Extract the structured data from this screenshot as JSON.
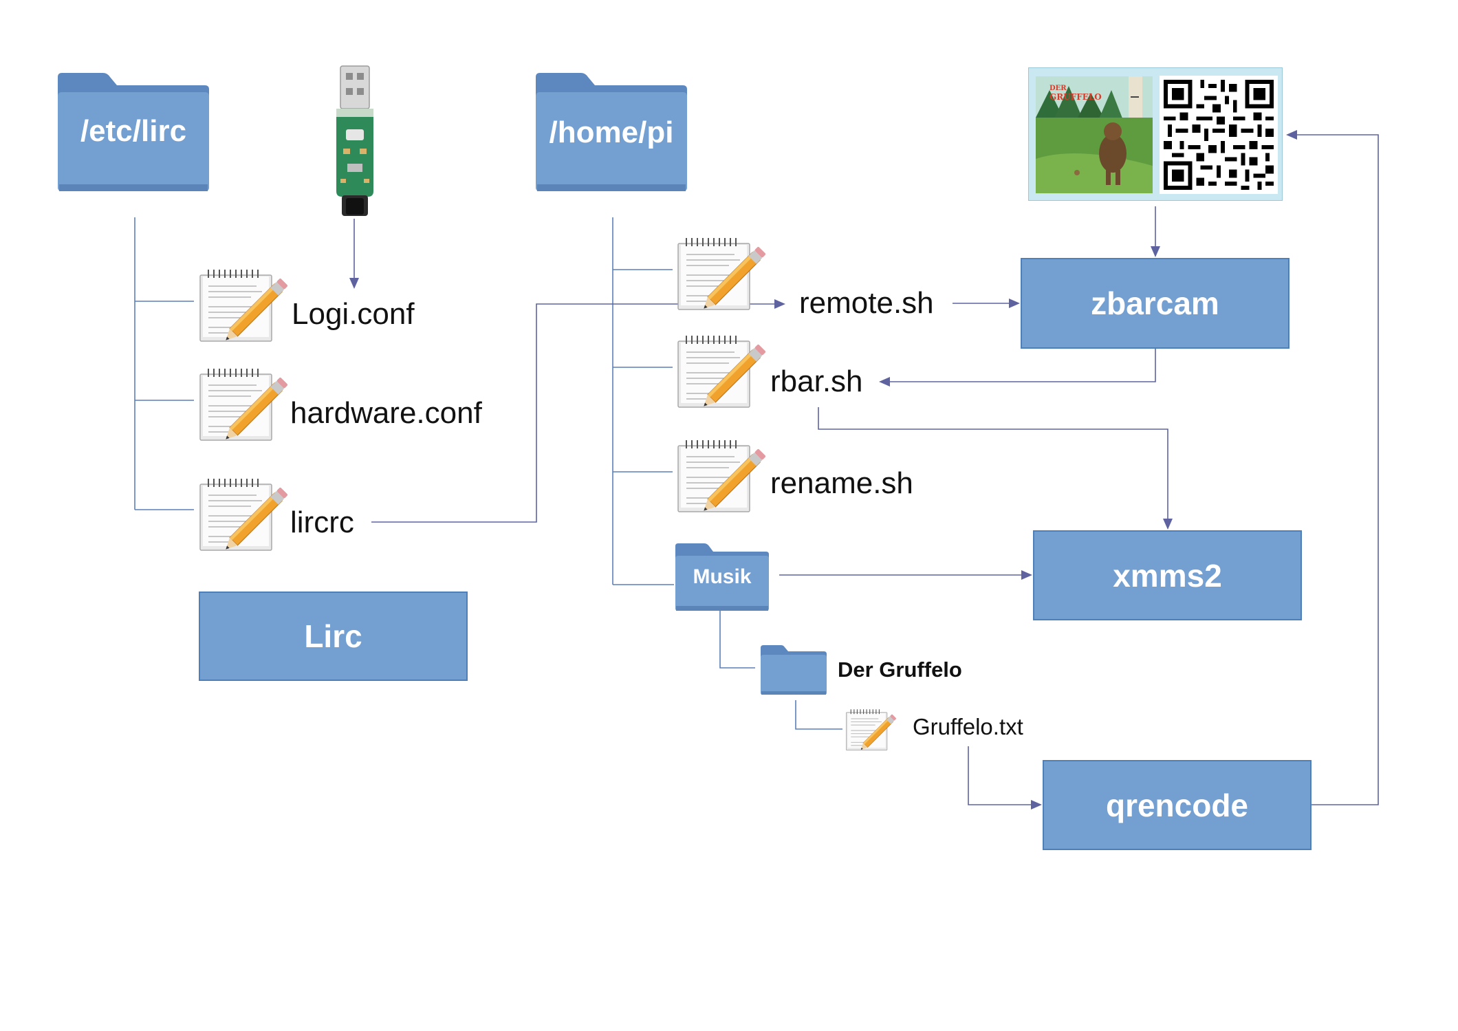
{
  "folders": {
    "etc_lirc": "/etc/lirc",
    "home_pi": "/home/pi",
    "musik": "Musik",
    "der_gruffelo": "Der Gruffelo"
  },
  "files": {
    "logi_conf": "Logi.conf",
    "hardware_conf": "hardware.conf",
    "lircrc": "lircrc",
    "remote_sh": "remote.sh",
    "rbar_sh": "rbar.sh",
    "rename_sh": "rename.sh",
    "gruffelo_txt": "Gruffelo.txt"
  },
  "programs": {
    "lirc": "Lirc",
    "zbarcam": "zbarcam",
    "xmms2": "xmms2",
    "qrencode": "qrencode"
  },
  "card": {
    "cover_title_line1": "DER",
    "cover_title_line2": "GRUFFELO"
  },
  "colors": {
    "folder_blue": "#739fd1",
    "box_blue": "#739fd1",
    "line_blue": "#5a7fb8",
    "arrow_color": "#5e63a0",
    "card_bg": "#c9e8f2"
  },
  "icons": [
    "folder-icon",
    "text-document-icon",
    "usb-ir-receiver-icon",
    "qr-code-icon",
    "book-cover-image"
  ]
}
